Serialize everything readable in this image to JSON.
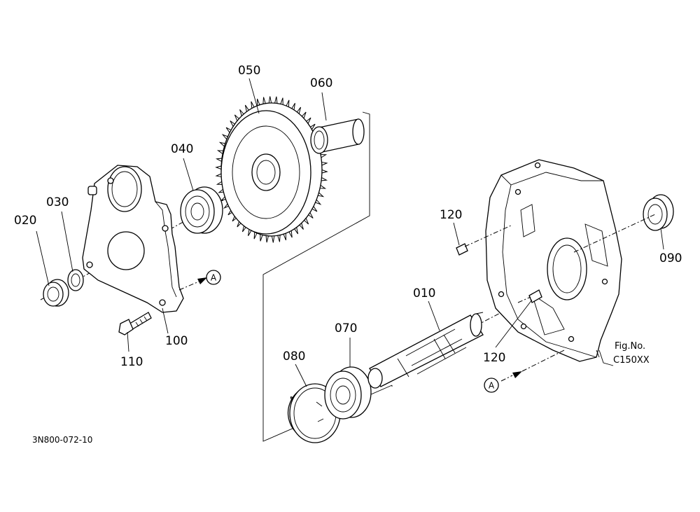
{
  "part_labels": {
    "p010": "010",
    "p020": "020",
    "p030": "030",
    "p040": "040",
    "p050": "050",
    "p060": "060",
    "p070": "070",
    "p080": "080",
    "p090": "090",
    "p100": "100",
    "p110": "110",
    "p120a": "120",
    "p120b": "120"
  },
  "markers": {
    "a_left": "A",
    "a_right": "A"
  },
  "figure": {
    "line1": "Fig.No.",
    "line2": "C150XX"
  },
  "drawing_number": "3N800-072-10"
}
